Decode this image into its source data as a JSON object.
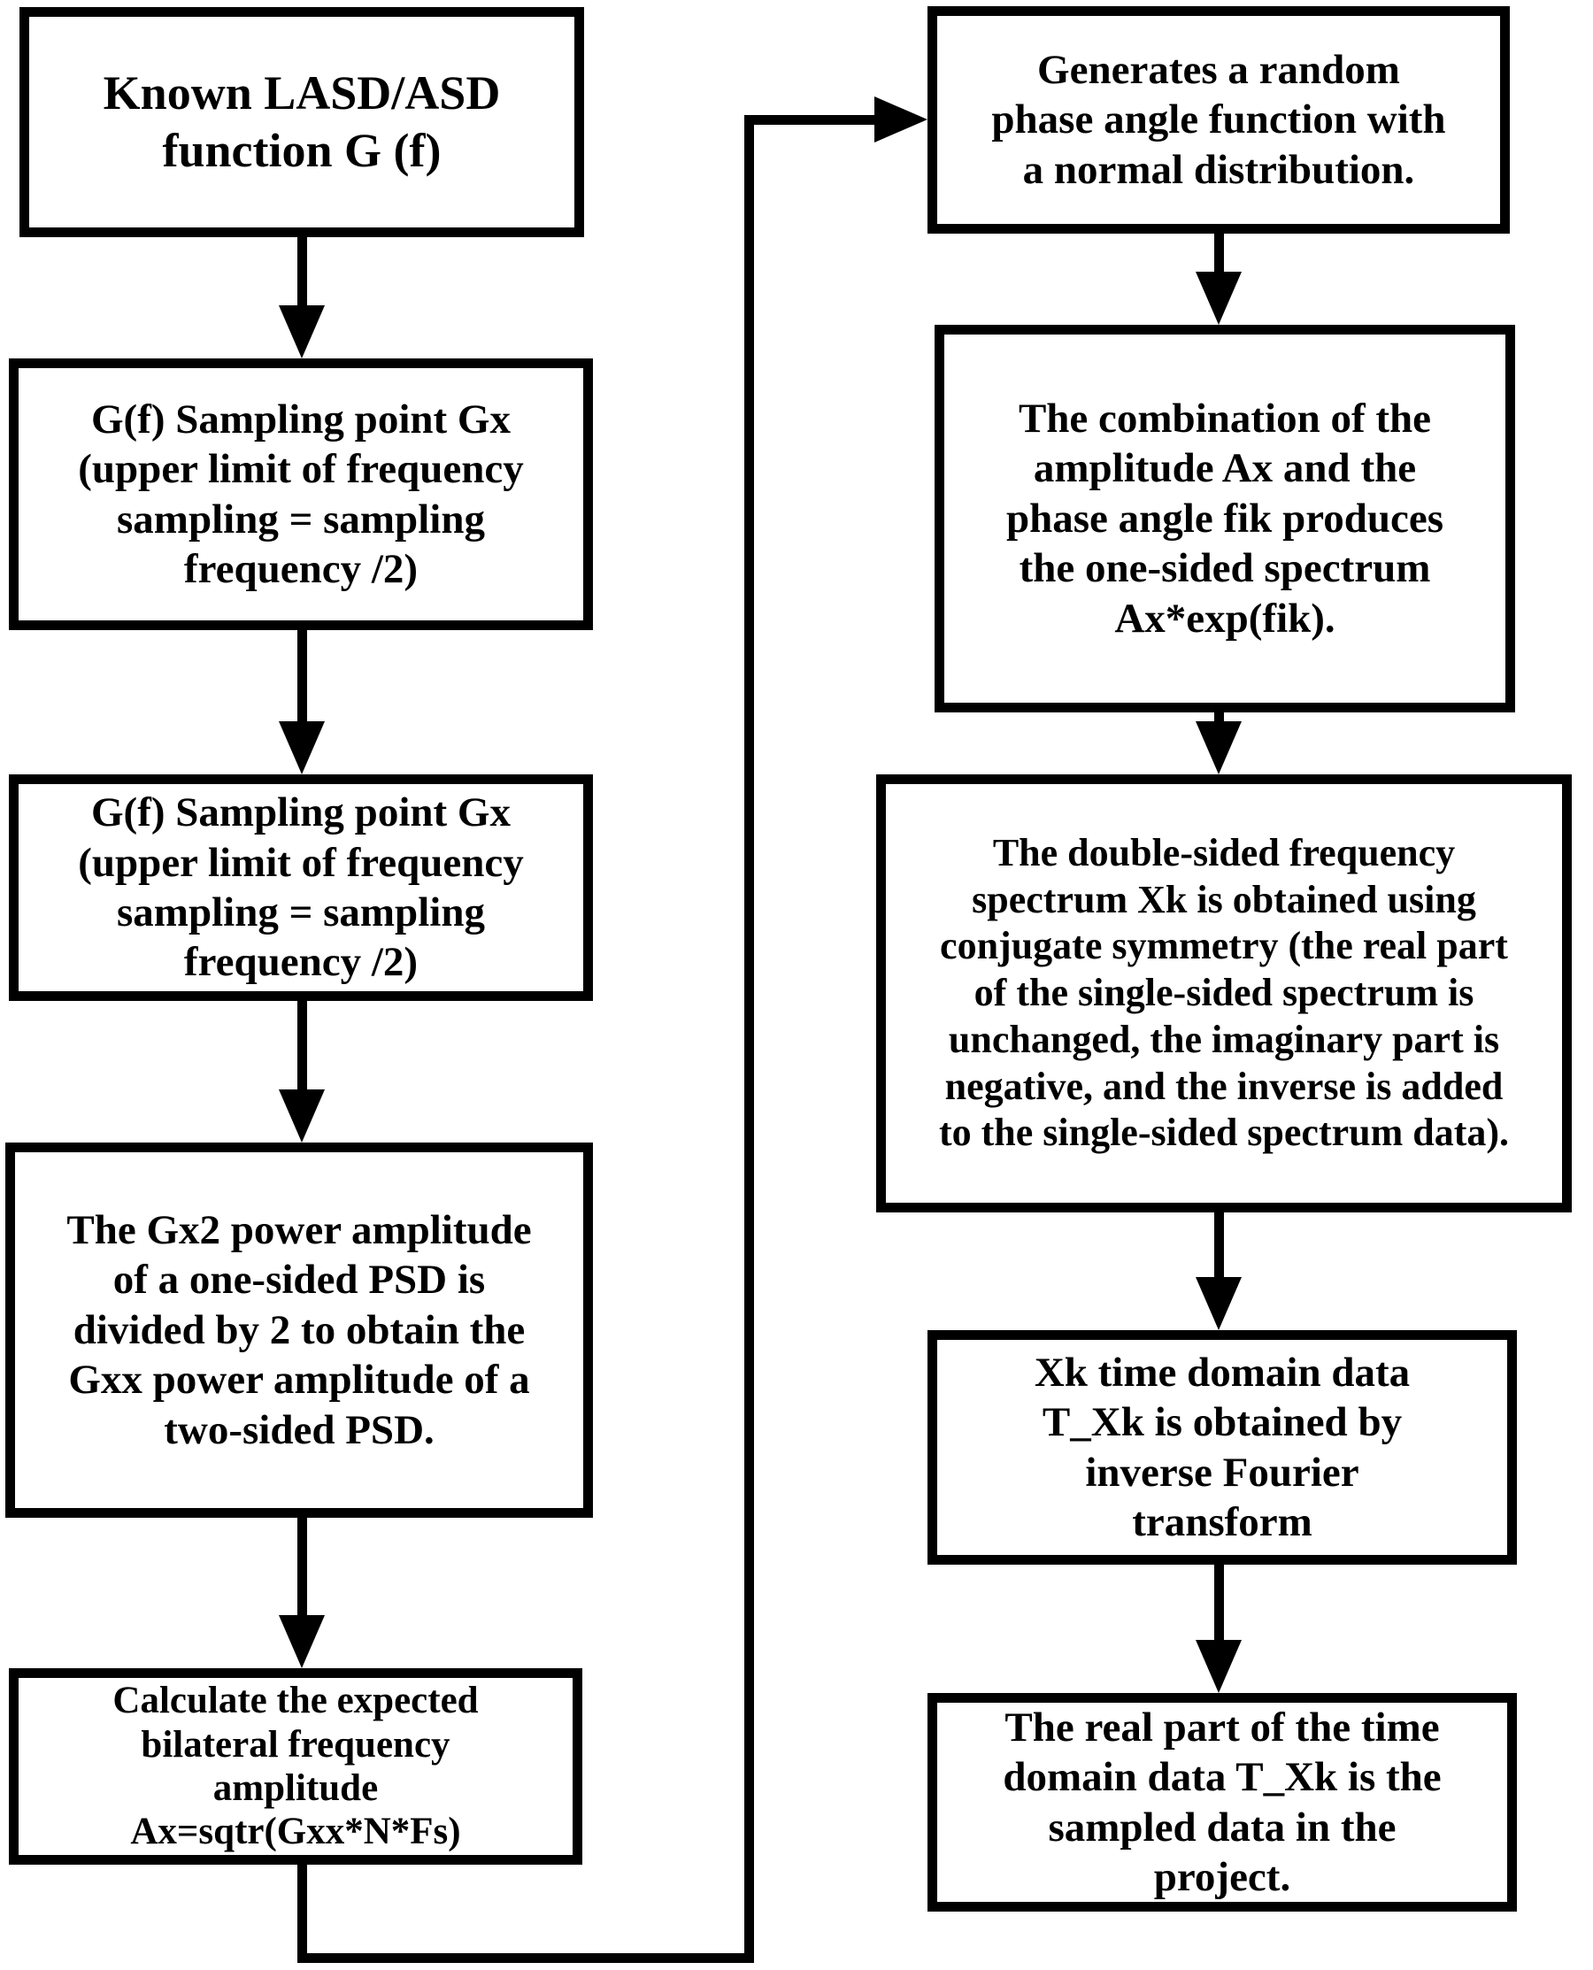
{
  "diagram": {
    "title": "LASD/ASD time-domain signal generation flowchart",
    "colors": {
      "line": "#000000",
      "background": "#ffffff",
      "text": "#000000"
    },
    "nodes": {
      "l1": {
        "lines": [
          "Known LASD/ASD",
          "function G (f)"
        ]
      },
      "l2": {
        "lines": [
          "G(f) Sampling point Gx",
          "(upper limit of frequency",
          "sampling = sampling",
          "frequency /2)"
        ]
      },
      "l3": {
        "lines": [
          "G(f) Sampling point Gx",
          "(upper limit of frequency",
          "sampling = sampling",
          "frequency /2)"
        ]
      },
      "l4": {
        "lines": [
          "The Gx2 power amplitude",
          "of a one-sided PSD is",
          "divided by 2 to obtain the",
          "Gxx power amplitude of a",
          "two-sided PSD."
        ]
      },
      "l5": {
        "lines": [
          "Calculate the expected",
          "bilateral frequency",
          "amplitude",
          "Ax=sqtr(Gxx*N*Fs)"
        ]
      },
      "r1": {
        "lines": [
          "Generates a random",
          "phase angle function with",
          "a normal distribution."
        ]
      },
      "r2": {
        "lines": [
          "The combination of the",
          "amplitude Ax and the",
          "phase angle fik produces",
          "the one-sided spectrum",
          "Ax*exp(fik)."
        ]
      },
      "r3": {
        "lines": [
          "The double-sided frequency",
          "spectrum Xk is obtained using",
          "conjugate symmetry (the real part",
          "of the single-sided spectrum is",
          "unchanged, the imaginary part is",
          "negative, and the inverse is added",
          "to the single-sided spectrum data)."
        ]
      },
      "r4": {
        "lines": [
          "Xk time domain data",
          "T_Xk is obtained by",
          "inverse Fourier",
          "transform"
        ]
      },
      "r5": {
        "lines": [
          "The real part of the time",
          "domain data T_Xk is the",
          "sampled data in the",
          "project."
        ]
      }
    }
  }
}
